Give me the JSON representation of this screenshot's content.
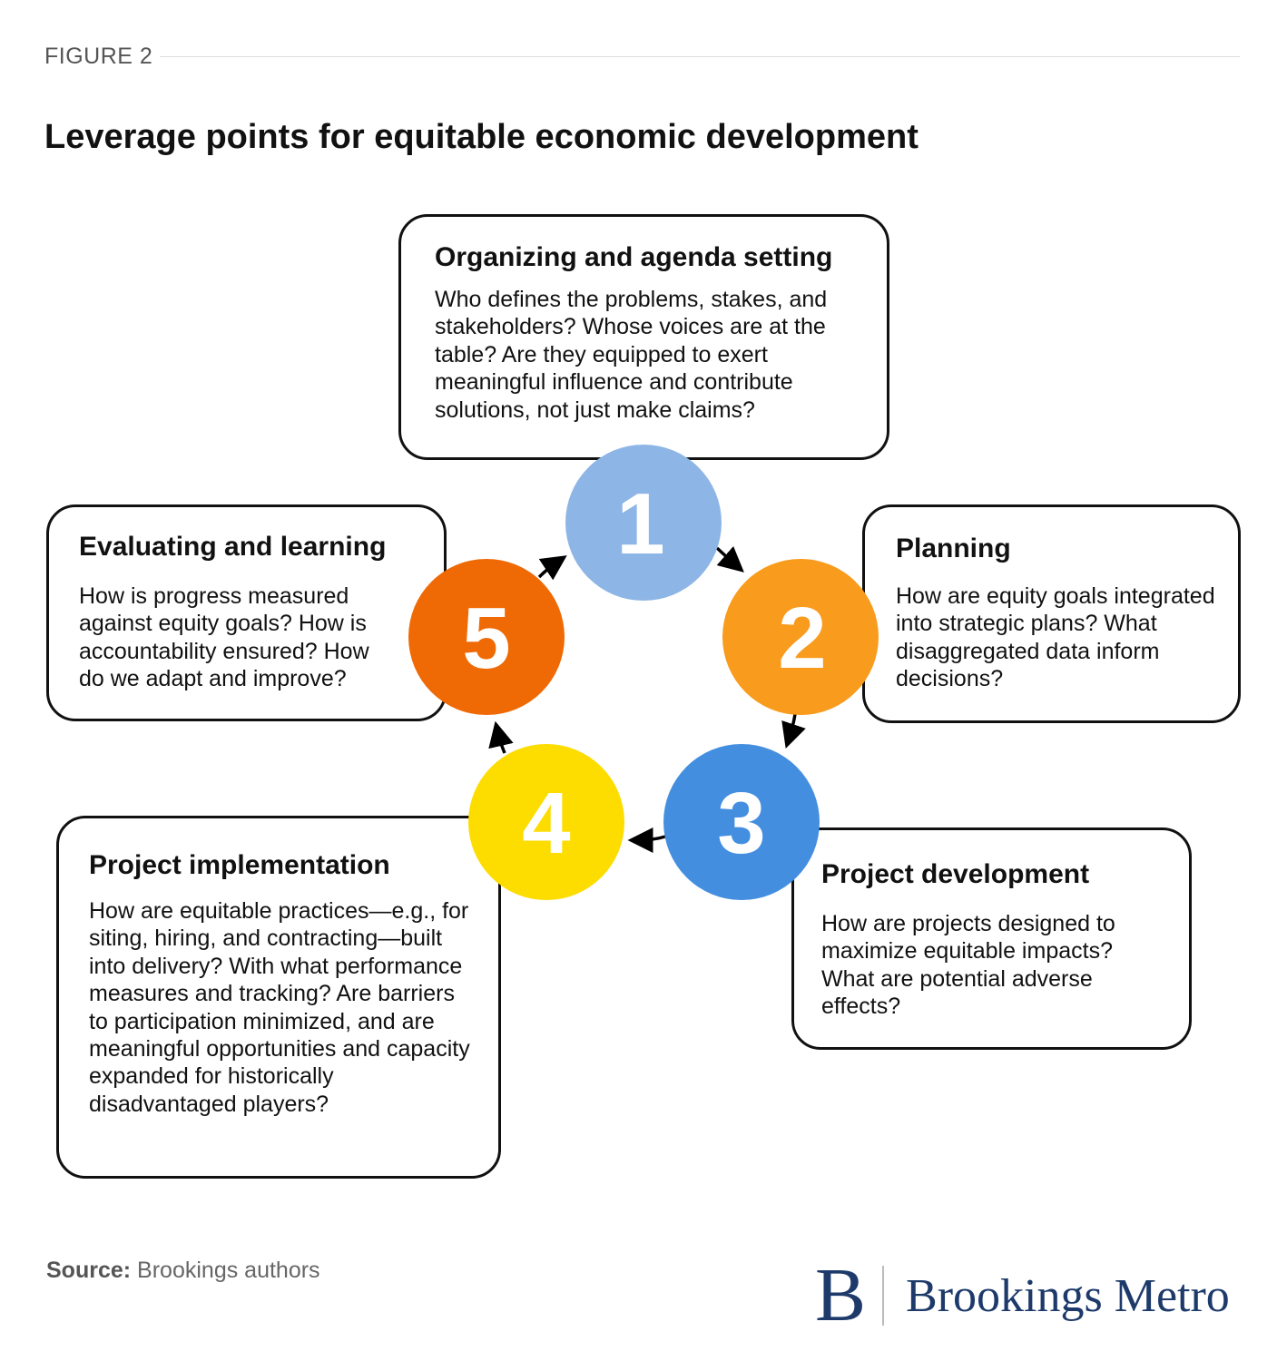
{
  "figure_label": "FIGURE 2",
  "title": "Leverage points for equitable economic development",
  "steps": [
    {
      "number": "1",
      "heading": "Organizing and agenda setting",
      "body": "Who defines the problems, stakes, and stakeholders? Whose voices are at the table? Are they equipped to exert meaningful influence and contribute solutions, not just make claims?",
      "color": "#8db5e6"
    },
    {
      "number": "2",
      "heading": "Planning",
      "body": "How are equity goals integrated into strategic plans? What disaggregated data inform decisions?",
      "color": "#f99b1c"
    },
    {
      "number": "3",
      "heading": "Project development",
      "body": "How are projects designed to maximize equitable impacts? What are potential adverse effects?",
      "color": "#448ee0"
    },
    {
      "number": "4",
      "heading": "Project implementation",
      "body": "How are equitable practices—e.g., for siting, hiring, and contracting—built into delivery? With what performance measures and tracking? Are barriers to participation minimized, and are meaningful opportunities and capacity expanded for historically disadvantaged players?",
      "color": "#fddc00"
    },
    {
      "number": "5",
      "heading": "Evaluating and learning",
      "body": "How is progress measured against equity goals? How is accountability ensured? How do we adapt and improve?",
      "color": "#ef6a05"
    }
  ],
  "source": {
    "label": "Source:",
    "text": "Brookings authors"
  },
  "logo": {
    "mark": "B",
    "name": "Brookings Metro",
    "color": "#1d3a6b"
  }
}
